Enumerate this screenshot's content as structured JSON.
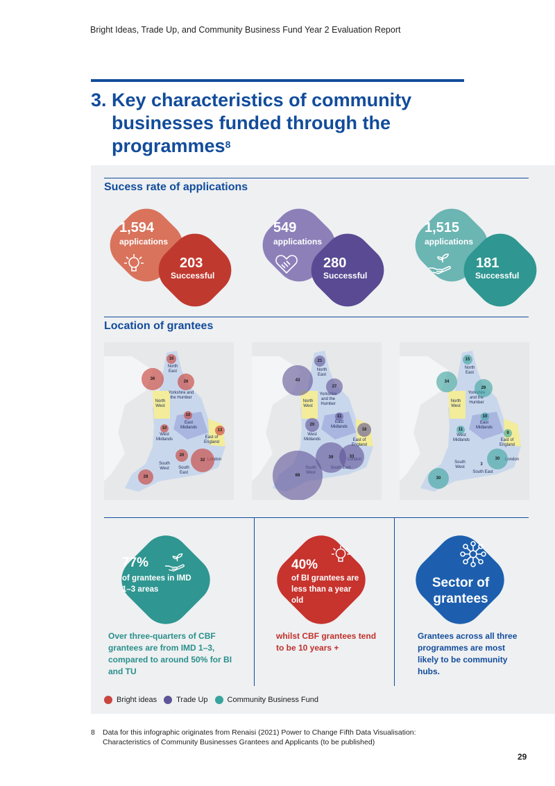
{
  "header": {
    "title": "Bright Ideas, Trade Up, and Community Business Fund Year 2 Evaluation Report"
  },
  "section": {
    "number": "3.",
    "lines": [
      "Key characteristics of community",
      "businesses funded through the",
      "programmes"
    ],
    "footnote_ref": "8"
  },
  "success": {
    "title": "Sucess rate of applications",
    "programmes": [
      {
        "applications": "1,594",
        "applications_label": "applications",
        "successful": "203",
        "successful_label": "Successful",
        "icon": "lightbulb-icon",
        "light_color": "#d9735c",
        "dark_color": "#c0392f"
      },
      {
        "applications": "549",
        "applications_label": "applications",
        "successful": "280",
        "successful_label": "Successful",
        "icon": "heart-handshake-icon",
        "light_color": "#8d80b9",
        "dark_color": "#5a4a93"
      },
      {
        "applications": "1,515",
        "applications_label": "applications",
        "successful": "181",
        "successful_label": "Successful",
        "icon": "hand-plant-icon",
        "light_color": "#6bb5b3",
        "dark_color": "#2f9691"
      }
    ]
  },
  "location": {
    "title": "Location of grantees",
    "region_labels": {
      "north_east": "North East",
      "yorkshire": "Yorkshire and the Humber",
      "yorkshire_short": "Yorkshire and the Humber",
      "north_west": "North West",
      "east_midlands": "East Midlands",
      "west_midlands": "West Midlands",
      "east_of_england": "East of England",
      "london": "London",
      "south_west": "South West",
      "south_east": "South East"
    },
    "maps": [
      {
        "programme": "Bright ideas",
        "color": "#c9463f",
        "values": {
          "north_east": "16",
          "north_west": "36",
          "yorkshire": "26",
          "east_midlands": "10",
          "west_midlands": "10",
          "east_of_england": "13",
          "london": "32",
          "south_east": "20",
          "south_west": "28"
        }
      },
      {
        "programme": "Trade Up",
        "color": "#5f5497",
        "values": {
          "north_east": "21",
          "north_west": "43",
          "yorkshire": "27",
          "east_midlands": "11",
          "west_midlands": "20",
          "east_of_england": "18",
          "london": "33",
          "south_east": "39",
          "south_west": "68"
        }
      },
      {
        "programme": "Community Business Fund",
        "color": "#39a39e",
        "values": {
          "north_east": "15",
          "north_west": "34",
          "yorkshire": "29",
          "east_midlands": "10",
          "west_midlands": "11",
          "east_of_england": "9",
          "london": "30",
          "south_east": "3",
          "south_west": "30"
        }
      }
    ]
  },
  "facts": [
    {
      "big": "77%",
      "small": "of grantees in IMD 1–3 areas",
      "color": "#2f9691",
      "icon": "hand-plant-icon",
      "text": "Over three-quarters of CBF grantees are from IMD 1–3, compared to around 50% for BI and TU",
      "text_color": "#2a8f8a"
    },
    {
      "big": "40%",
      "small": "of BI grantees are less than a year old",
      "color": "#c7332d",
      "icon": "lightbulb-icon",
      "text": "whilst CBF grantees tend to be 10 years +",
      "text_color": "#c0302a"
    },
    {
      "big": "Sector of grantees",
      "small": "",
      "color": "#1d5fae",
      "icon": "network-icon",
      "text": "Grantees across all three programmes are most likely to be community hubs.",
      "text_color": "#124c9b"
    }
  ],
  "legend": [
    {
      "label": "Bright ideas",
      "color": "#c9463f"
    },
    {
      "label": "Trade Up",
      "color": "#5f5497"
    },
    {
      "label": "Community Business Fund",
      "color": "#39a39e"
    }
  ],
  "footnote": {
    "number": "8",
    "text": "Data for this infographic originates from Renaisi (2021) Power to Change Fifth Data Visualisation: Characteristics of Community Businesses Grantees and Applicants (to be published)"
  },
  "page_number": "29"
}
